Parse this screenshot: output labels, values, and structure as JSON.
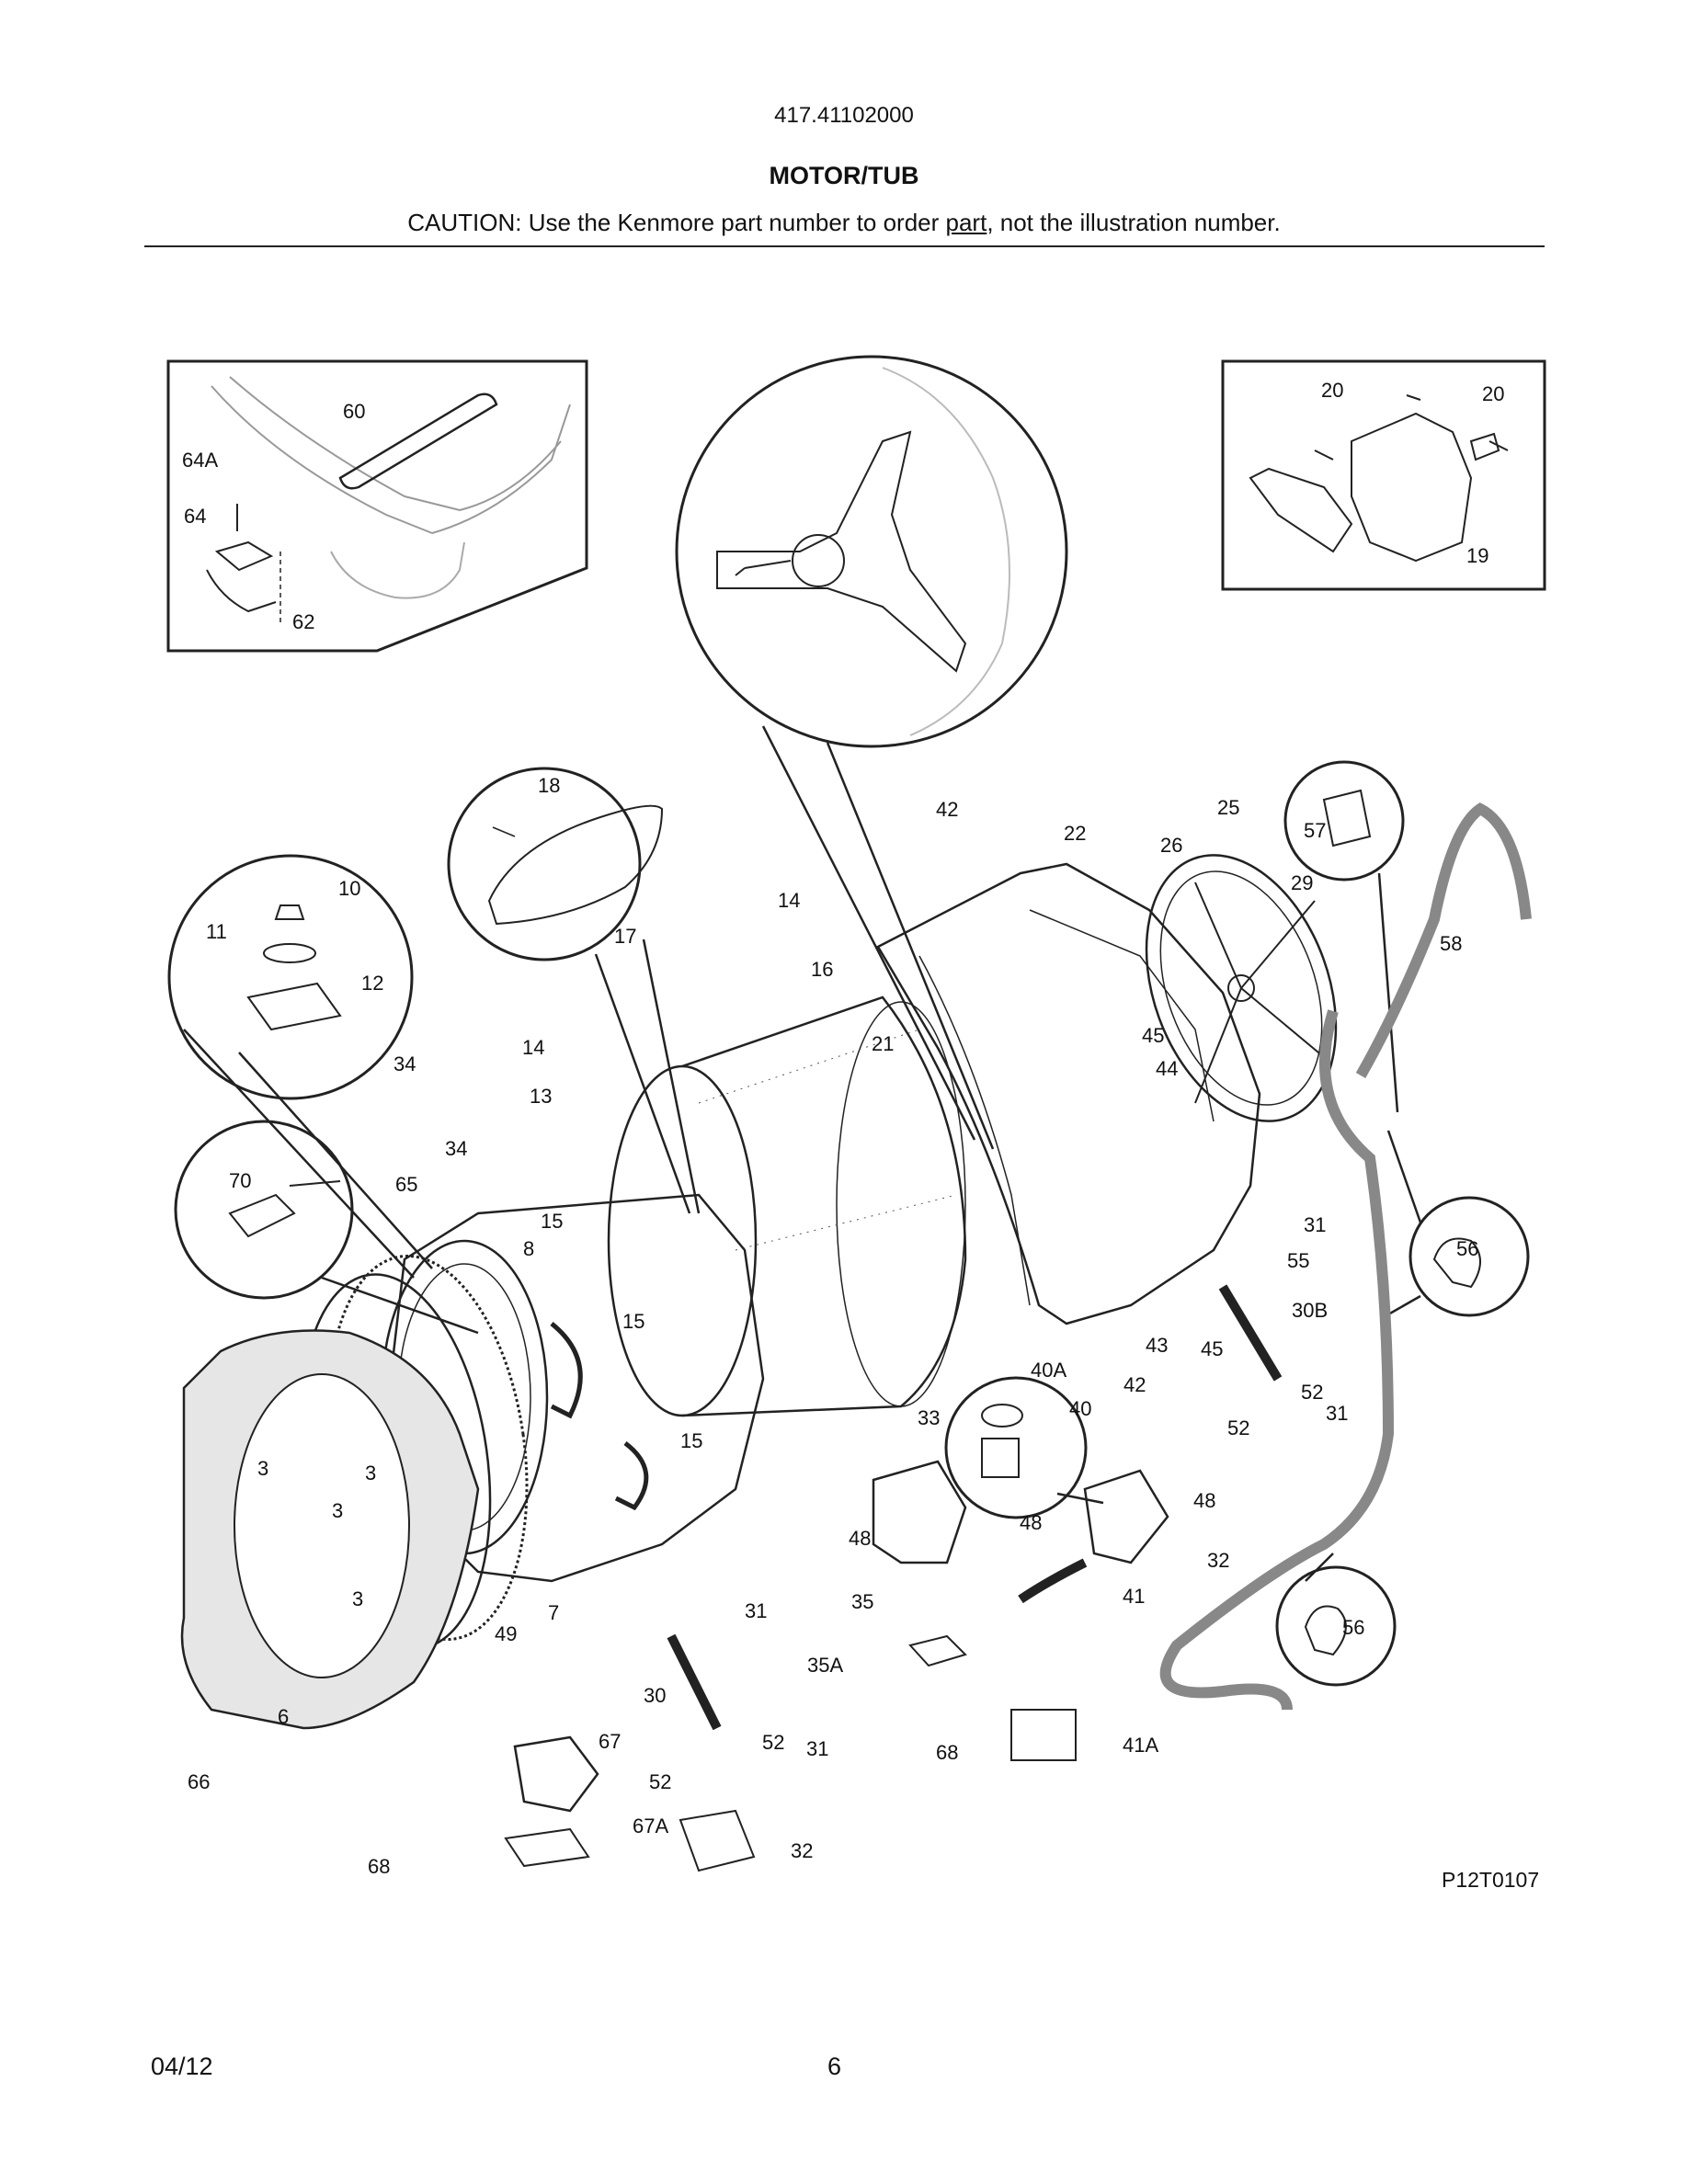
{
  "header": {
    "model_number": "417.41102000",
    "section_title": "MOTOR/TUB",
    "caution_before": "CAUTION: Use the Kenmore part number to order ",
    "caution_underlined": "part",
    "caution_after": ", not the illustration number."
  },
  "diagram": {
    "reference_code": "P12T0107",
    "callouts": {
      "c60": "60",
      "c64A": "64A",
      "c64": "64",
      "c62": "62",
      "c20a": "20",
      "c20b": "20",
      "c19": "19",
      "c18": "18",
      "c17": "17",
      "c14a": "14",
      "c14b": "14",
      "c16": "16",
      "c21": "21",
      "c42a": "42",
      "c22": "22",
      "c26": "26",
      "c25": "25",
      "c57": "57",
      "c29": "29",
      "c58": "58",
      "c10": "10",
      "c11": "11",
      "c12": "12",
      "c34a": "34",
      "c34b": "34",
      "c13": "13",
      "c65": "65",
      "c70": "70",
      "c15a": "15",
      "c8": "8",
      "c15b": "15",
      "c15c": "15",
      "c45a": "45",
      "c44": "44",
      "c31a": "31",
      "c56a": "56",
      "c55": "55",
      "c30B": "30B",
      "c43": "43",
      "c45b": "45",
      "c40A": "40A",
      "c42b": "42",
      "c40": "40",
      "c52a": "52",
      "c52b": "52",
      "c31b": "31",
      "c33": "33",
      "c48a": "48",
      "c48b": "48",
      "c48c": "48",
      "c32a": "32",
      "c35": "35",
      "c41": "41",
      "c56b": "56",
      "c3a": "3",
      "c3b": "3",
      "c3c": "3",
      "c3d": "3",
      "c7": "7",
      "c49": "49",
      "c31c": "31",
      "c6": "6",
      "c35A": "35A",
      "c30": "30",
      "c66": "66",
      "c67": "67",
      "c52c": "52",
      "c31d": "31",
      "c52d": "52",
      "c68a": "68",
      "c41A": "41A",
      "c67A": "67A",
      "c32b": "32",
      "c68b": "68"
    }
  },
  "footer": {
    "date": "04/12",
    "page_number": "6"
  }
}
